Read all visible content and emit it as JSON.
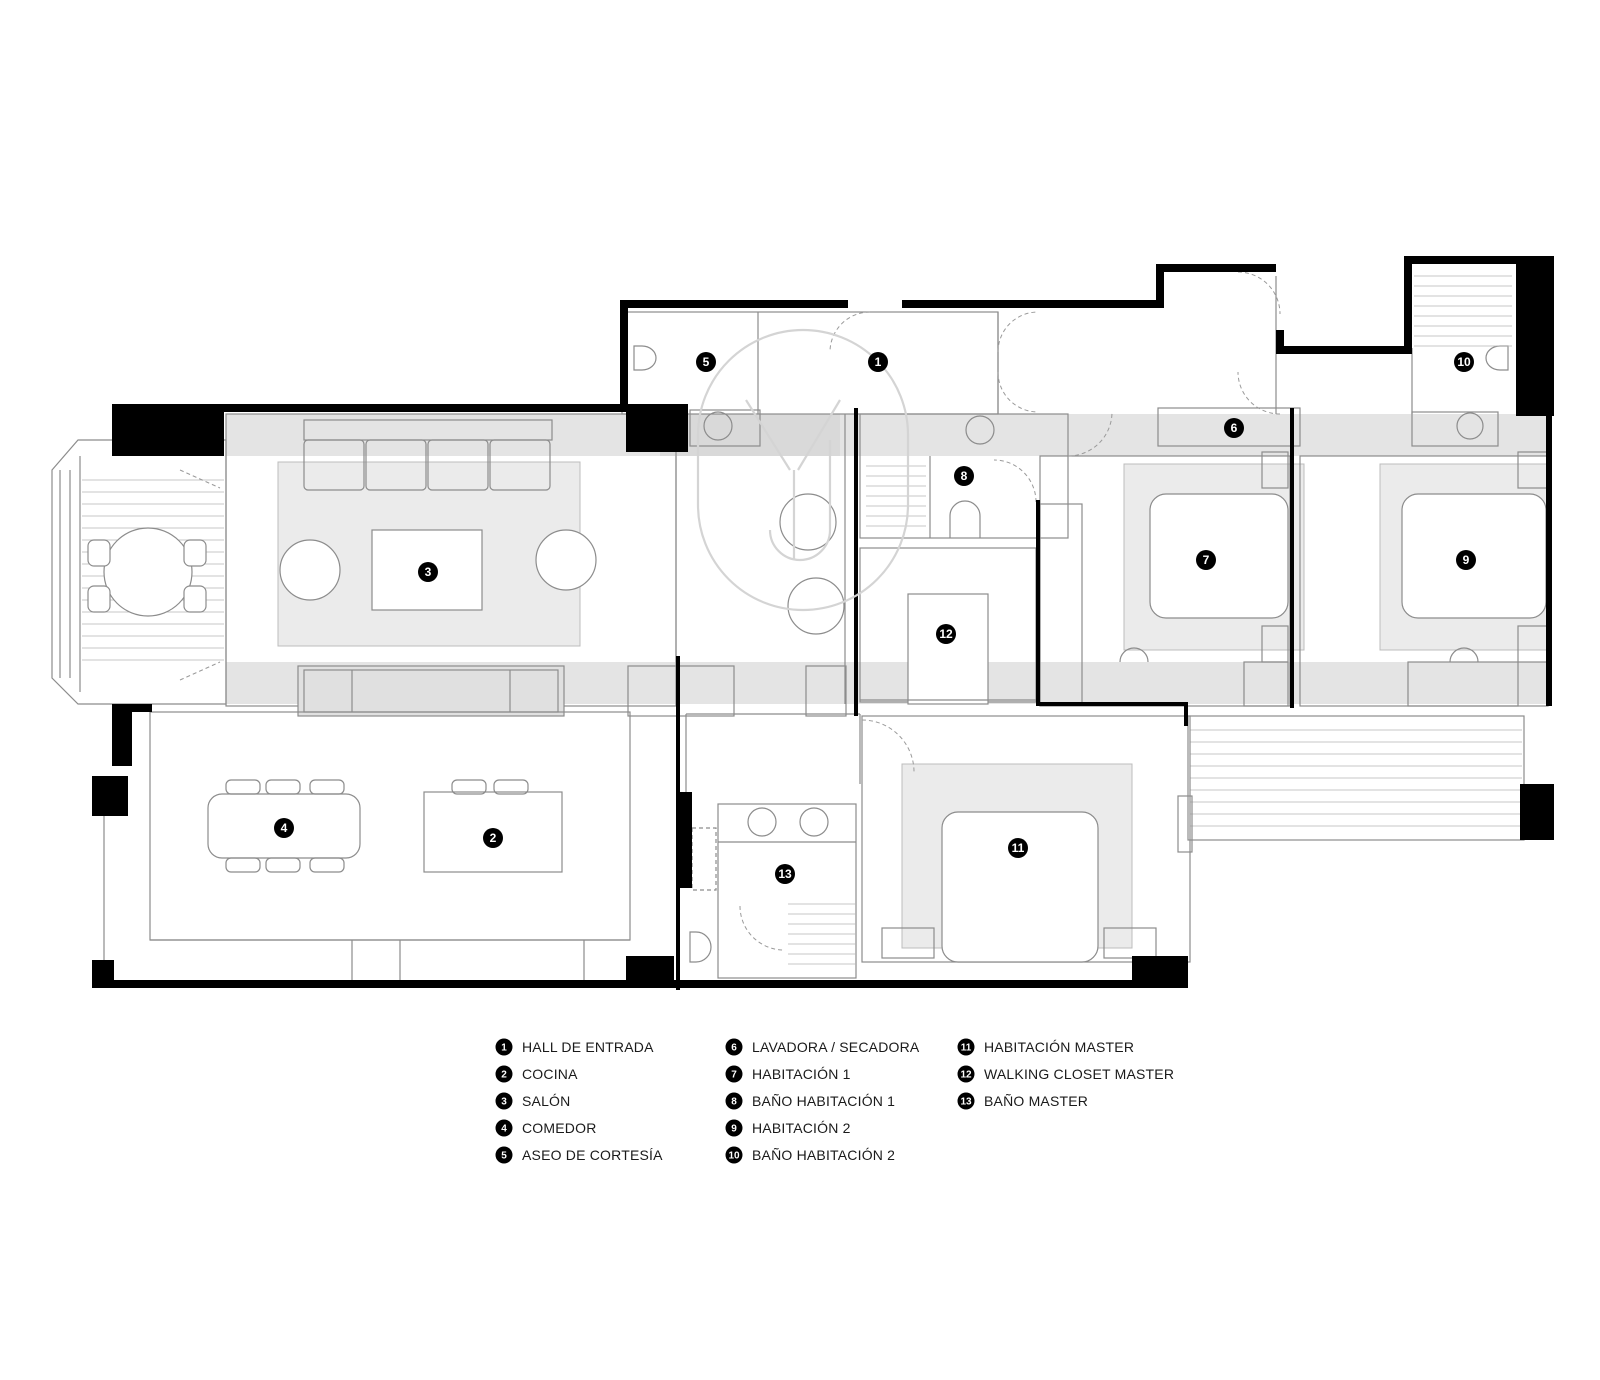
{
  "colors": {
    "wall": "#000000",
    "zone": "#e4e4e4",
    "rug": "#e8e8e8",
    "line": "#9a9a9a",
    "watermark": "#d8d8d8"
  },
  "watermark": {
    "icon": "monogram-logo"
  },
  "rooms": [
    {
      "num": "1",
      "name": "HALL DE ENTRADA"
    },
    {
      "num": "2",
      "name": "COCINA"
    },
    {
      "num": "3",
      "name": "SALÓN"
    },
    {
      "num": "4",
      "name": "COMEDOR"
    },
    {
      "num": "5",
      "name": "ASEO DE CORTESÍA"
    },
    {
      "num": "6",
      "name": "LAVADORA / SECADORA"
    },
    {
      "num": "7",
      "name": "HABITACIÓN 1"
    },
    {
      "num": "8",
      "name": "BAÑO HABITACIÓN 1"
    },
    {
      "num": "9",
      "name": "HABITACIÓN 2"
    },
    {
      "num": "10",
      "name": "BAÑO HABITACIÓN 2"
    },
    {
      "num": "11",
      "name": "HABITACIÓN MASTER"
    },
    {
      "num": "12",
      "name": "WALKING CLOSET MASTER"
    },
    {
      "num": "13",
      "name": "BAÑO MASTER"
    }
  ]
}
